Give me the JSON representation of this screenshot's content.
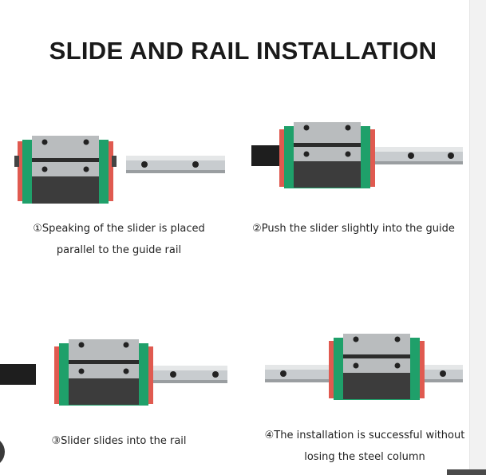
{
  "title": "SLIDE AND RAIL INSTALLATION",
  "steps": [
    {
      "line1": "①Speaking of the slider is placed",
      "line2": "parallel to the guide rail"
    },
    {
      "line1": "②Push the slider slightly into the guide",
      "line2": ""
    },
    {
      "line1": "③Slider slides into the rail",
      "line2": ""
    },
    {
      "line1": "④The installation is successful without",
      "line2": "losing the steel column"
    }
  ],
  "colors": {
    "block_green": "#1fa06a",
    "block_red": "#e05a50",
    "block_dark": "#3c3c3c",
    "rail_steel": "#c8cccf"
  },
  "icons": [
    "slider-block",
    "guide-rail"
  ]
}
